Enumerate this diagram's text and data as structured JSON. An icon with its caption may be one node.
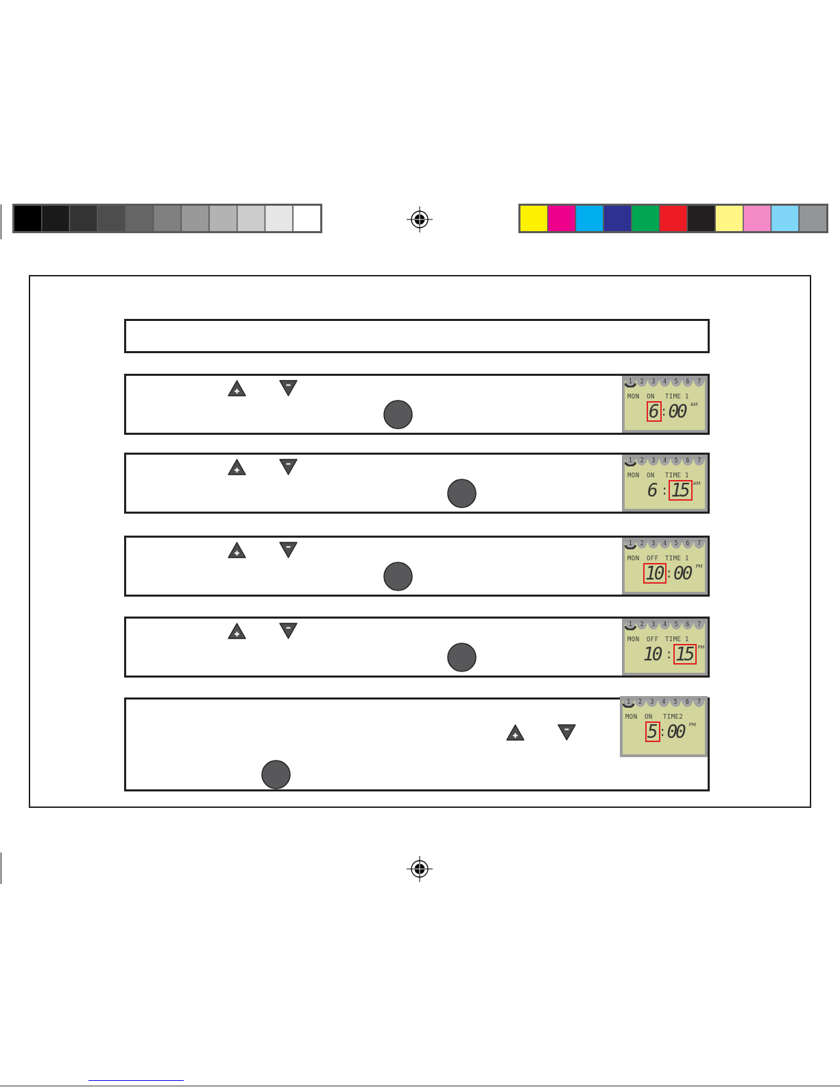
{
  "diagram": {
    "nodes": [
      {
        "text": [],
        "shape": "box"
      },
      {
        "text": [],
        "shape": "box",
        "in": 0
      },
      {
        "text": [],
        "shape": "box",
        "in": 0
      },
      {
        "text": [
          "1 2 3 4 5 6 7",
          "MON",
          "ON",
          "TIME 1",
          "6",
          ":",
          "00",
          "AM"
        ],
        "in": 2
      },
      {
        "text": [],
        "shape": "box",
        "in": 0
      },
      {
        "text": [
          "1 2 3 4 5 6 7",
          "MON",
          "ON",
          "TIME 1",
          "6",
          ":",
          "15",
          "AM"
        ],
        "in": 4
      },
      {
        "text": [],
        "shape": "box",
        "in": 0
      },
      {
        "text": [
          "1 2 3 4 5 6 7",
          "MON",
          "OFF",
          "TIME 1",
          "10",
          ":",
          "00",
          "PM"
        ],
        "in": 6
      },
      {
        "text": [],
        "shape": "box",
        "in": 0
      },
      {
        "text": [
          "1 2 3 4 5 6 7",
          "MON",
          "OFF",
          "TIME 1",
          "10",
          ":",
          "15",
          "PM"
        ],
        "in": 8
      },
      {
        "text": [],
        "shape": "box",
        "in": 0
      },
      {
        "text": [
          "1 2 3 4 5 6 7",
          "MON",
          "ON",
          "TIME2",
          "5",
          ":",
          "00",
          "PM"
        ],
        "in": 10
      }
    ]
  }
}
